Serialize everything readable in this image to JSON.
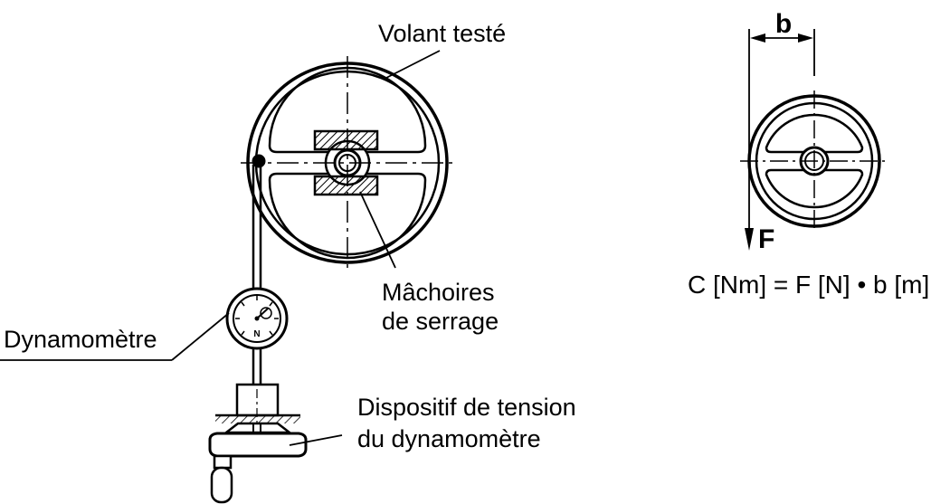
{
  "labels": {
    "volant_teste": "Volant testé",
    "machoires_line1": "Mâchoires",
    "machoires_line2": "de serrage",
    "dynamometre": "Dynamomètre",
    "dispositif_line1": "Dispositif de tension",
    "dispositif_line2": "du dynamomètre",
    "b": "b",
    "F": "F",
    "formula": "C [Nm] = F [N] • b [m]",
    "gauge_unit": "N"
  }
}
